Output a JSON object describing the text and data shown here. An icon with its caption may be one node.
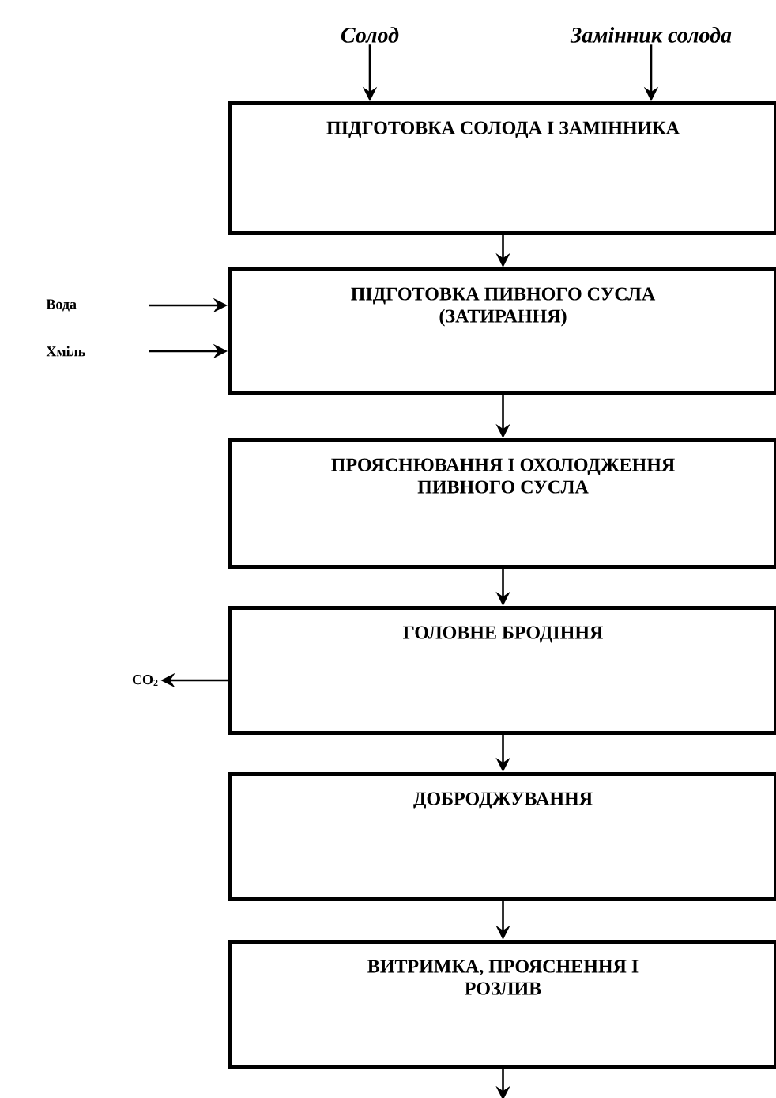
{
  "diagram": {
    "nodes": [
      {
        "text": [
          "Солод"
        ]
      },
      {
        "text": [
          "Замінник солода"
        ]
      },
      {
        "text": [
          "ПІДГОТОВКА СОЛОДА І ЗАМІННИКА"
        ]
      },
      {
        "text": [
          "Вода"
        ]
      },
      {
        "text": [
          "Хміль"
        ]
      },
      {
        "text": [
          "ПІДГОТОВКА ПИВНОГО СУСЛА (ЗАТИРАННЯ)"
        ]
      },
      {
        "text": [
          "ПРОЯСНЮВАННЯ І ОХОЛОДЖЕННЯ ПИВНОГО СУСЛА"
        ]
      },
      {
        "text": [
          "ГОЛОВНЕ БРОДІННЯ"
        ]
      },
      {
        "text": [
          "CO$_{2}$"
        ]
      },
      {
        "text": [
          "ДОБРОДЖУВАННЯ"
        ]
      },
      {
        "text": [
          "ВИТРИМКА, ПРОЯСНЕННЯ І РОЗЛИВ"
        ]
      }
    ],
    "edges": [
      {
        "from": 0,
        "to": 2,
        "arrow": "to"
      },
      {
        "from": 1,
        "to": 2,
        "arrow": "to"
      },
      {
        "from": 2,
        "to": 5,
        "arrow": "to"
      },
      {
        "from": 3,
        "to": 5,
        "arrow": "to"
      },
      {
        "from": 4,
        "to": 5,
        "arrow": "to"
      },
      {
        "from": 5,
        "to": 6,
        "arrow": "to"
      },
      {
        "from": 6,
        "to": 7,
        "arrow": "to"
      },
      {
        "from": 7,
        "to": 8,
        "arrow": "to"
      },
      {
        "from": 7,
        "to": 9,
        "arrow": "to"
      },
      {
        "from": 9,
        "to": 10,
        "arrow": "to"
      },
      {
        "from": 10,
        "to": null,
        "arrow": "to"
      }
    ]
  }
}
